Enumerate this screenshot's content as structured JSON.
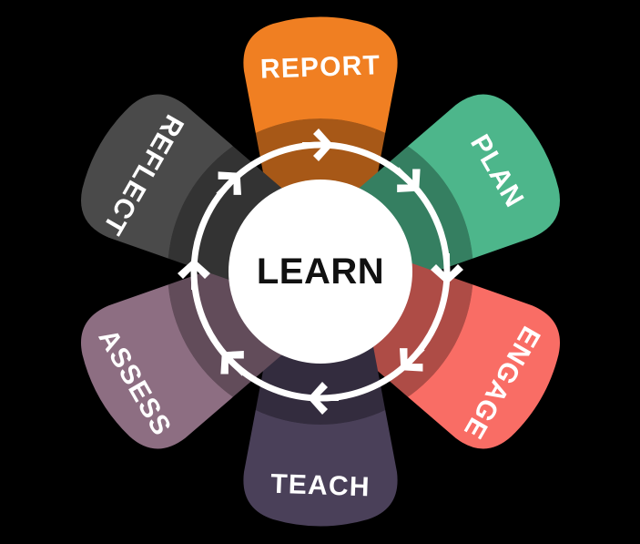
{
  "diagram": {
    "type": "cycle-flower",
    "title_center": "LEARN",
    "background_color": "#000000",
    "center_circle_color": "#ffffff",
    "center_text_color": "#111111",
    "arrow_ring_color": "#ffffff",
    "arrow_direction": "clockwise",
    "arrowhead_count": 8,
    "petal_count": 6,
    "inner_shade_color": "rgba(0,0,0,0.28)",
    "petals": [
      {
        "id": "report",
        "label": "REPORT",
        "color": "#F07F22",
        "inner_color": "#C55F11",
        "angle_deg": 0,
        "text_rotation_deg": 0,
        "order": 1
      },
      {
        "id": "plan",
        "label": "PLAN",
        "color": "#4DB68B",
        "inner_color": "#3C9170",
        "angle_deg": 60,
        "text_rotation_deg": 60,
        "order": 2
      },
      {
        "id": "engage",
        "label": "ENGAGE",
        "color": "#F96D65",
        "inner_color": "#C8564F",
        "angle_deg": 120,
        "text_rotation_deg": 120,
        "order": 3
      },
      {
        "id": "teach",
        "label": "TEACH",
        "color": "#4A4059",
        "inner_color": "#3A3147",
        "angle_deg": 180,
        "text_rotation_deg": 0,
        "order": 4
      },
      {
        "id": "assess",
        "label": "ASSESS",
        "color": "#8D6E82",
        "inner_color": "#6E5566",
        "angle_deg": 240,
        "text_rotation_deg": 60,
        "order": 5
      },
      {
        "id": "reflect",
        "label": "REFLECT",
        "color": "#4A4A4A",
        "inner_color": "#3A3A3A",
        "angle_deg": 300,
        "text_rotation_deg": 120,
        "order": 6
      }
    ]
  }
}
